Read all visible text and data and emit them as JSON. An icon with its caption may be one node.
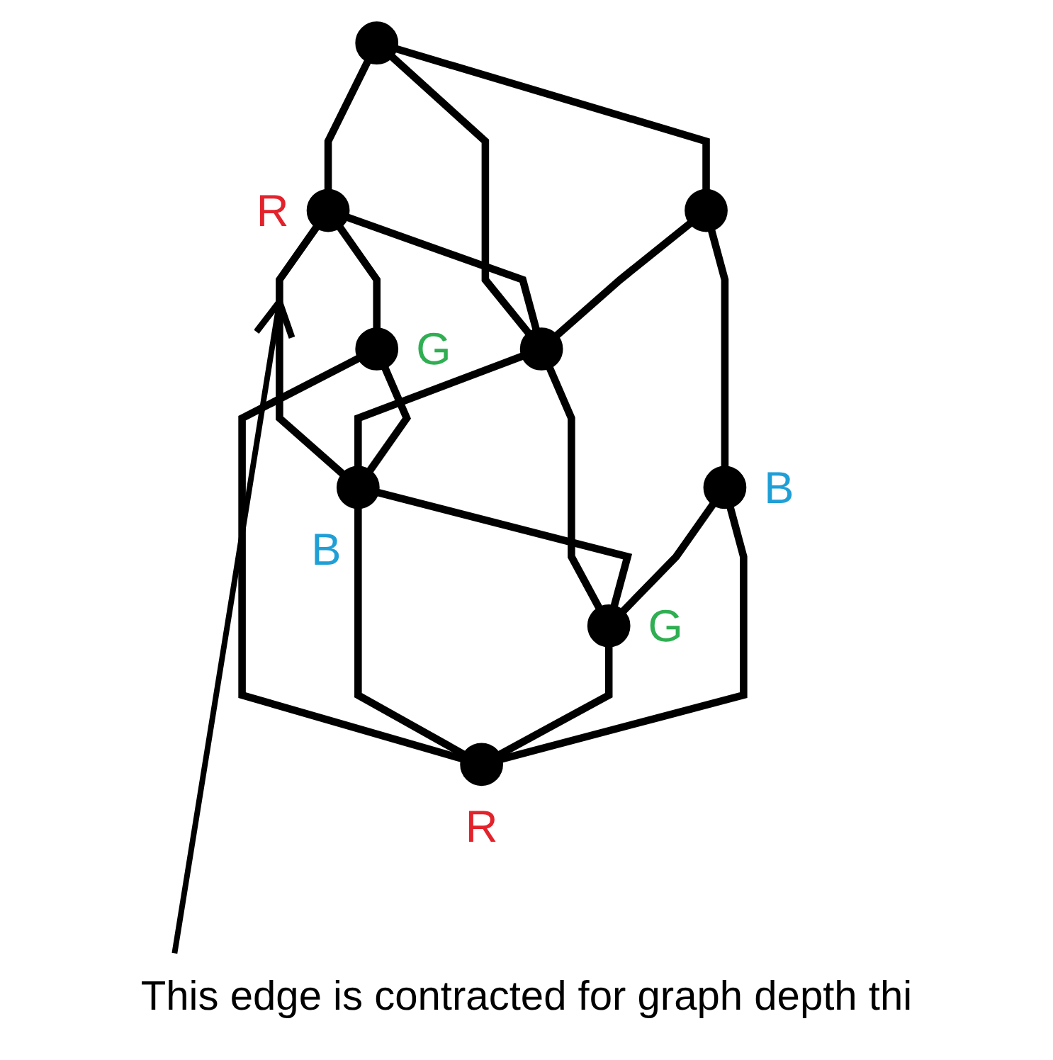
{
  "diagram": {
    "nodes": [
      {
        "text": [],
        "shape": "circle"
      },
      {
        "text": [],
        "shape": "circle",
        "beside": [
          "R"
        ]
      },
      {
        "text": [],
        "shape": "circle"
      },
      {
        "text": [],
        "shape": "circle"
      },
      {
        "text": [],
        "shape": "circle",
        "beside": [
          "G"
        ]
      },
      {
        "text": [],
        "shape": "circle",
        "beside": [
          "B"
        ]
      },
      {
        "text": [],
        "shape": "circle",
        "beside": [
          "G"
        ]
      },
      {
        "text": [],
        "shape": "circle",
        "beside": [
          "B"
        ]
      },
      {
        "text": [],
        "shape": "circle",
        "beside": [
          "R"
        ]
      },
      {
        "text": [
          "This edge is contracted for graph depth thi"
        ]
      }
    ],
    "edges": [
      {
        "from": 0,
        "to": 1,
        "arrow": "none"
      },
      {
        "from": 0,
        "to": 2,
        "arrow": "none"
      },
      {
        "from": 0,
        "to": 3,
        "arrow": "none"
      },
      {
        "from": 1,
        "to": 2,
        "arrow": "none"
      },
      {
        "from": 3,
        "to": 2,
        "arrow": "none"
      },
      {
        "from": 1,
        "to": 4,
        "arrow": "none"
      },
      {
        "from": 1,
        "to": 5,
        "arrow": "none"
      },
      {
        "from": 2,
        "to": 5,
        "arrow": "none"
      },
      {
        "from": 2,
        "to": 6,
        "arrow": "none"
      },
      {
        "from": 3,
        "to": 7,
        "arrow": "none"
      },
      {
        "from": 4,
        "to": 5,
        "arrow": "none"
      },
      {
        "from": 5,
        "to": 6,
        "arrow": "none"
      },
      {
        "from": 7,
        "to": 6,
        "arrow": "none"
      },
      {
        "from": 4,
        "to": 8,
        "arrow": "none"
      },
      {
        "from": 5,
        "to": 8,
        "arrow": "none"
      },
      {
        "from": 6,
        "to": 8,
        "arrow": "none"
      },
      {
        "from": 7,
        "to": 8,
        "arrow": "none"
      },
      {
        "from": 9,
        "to": null,
        "arrow": "to"
      }
    ]
  }
}
